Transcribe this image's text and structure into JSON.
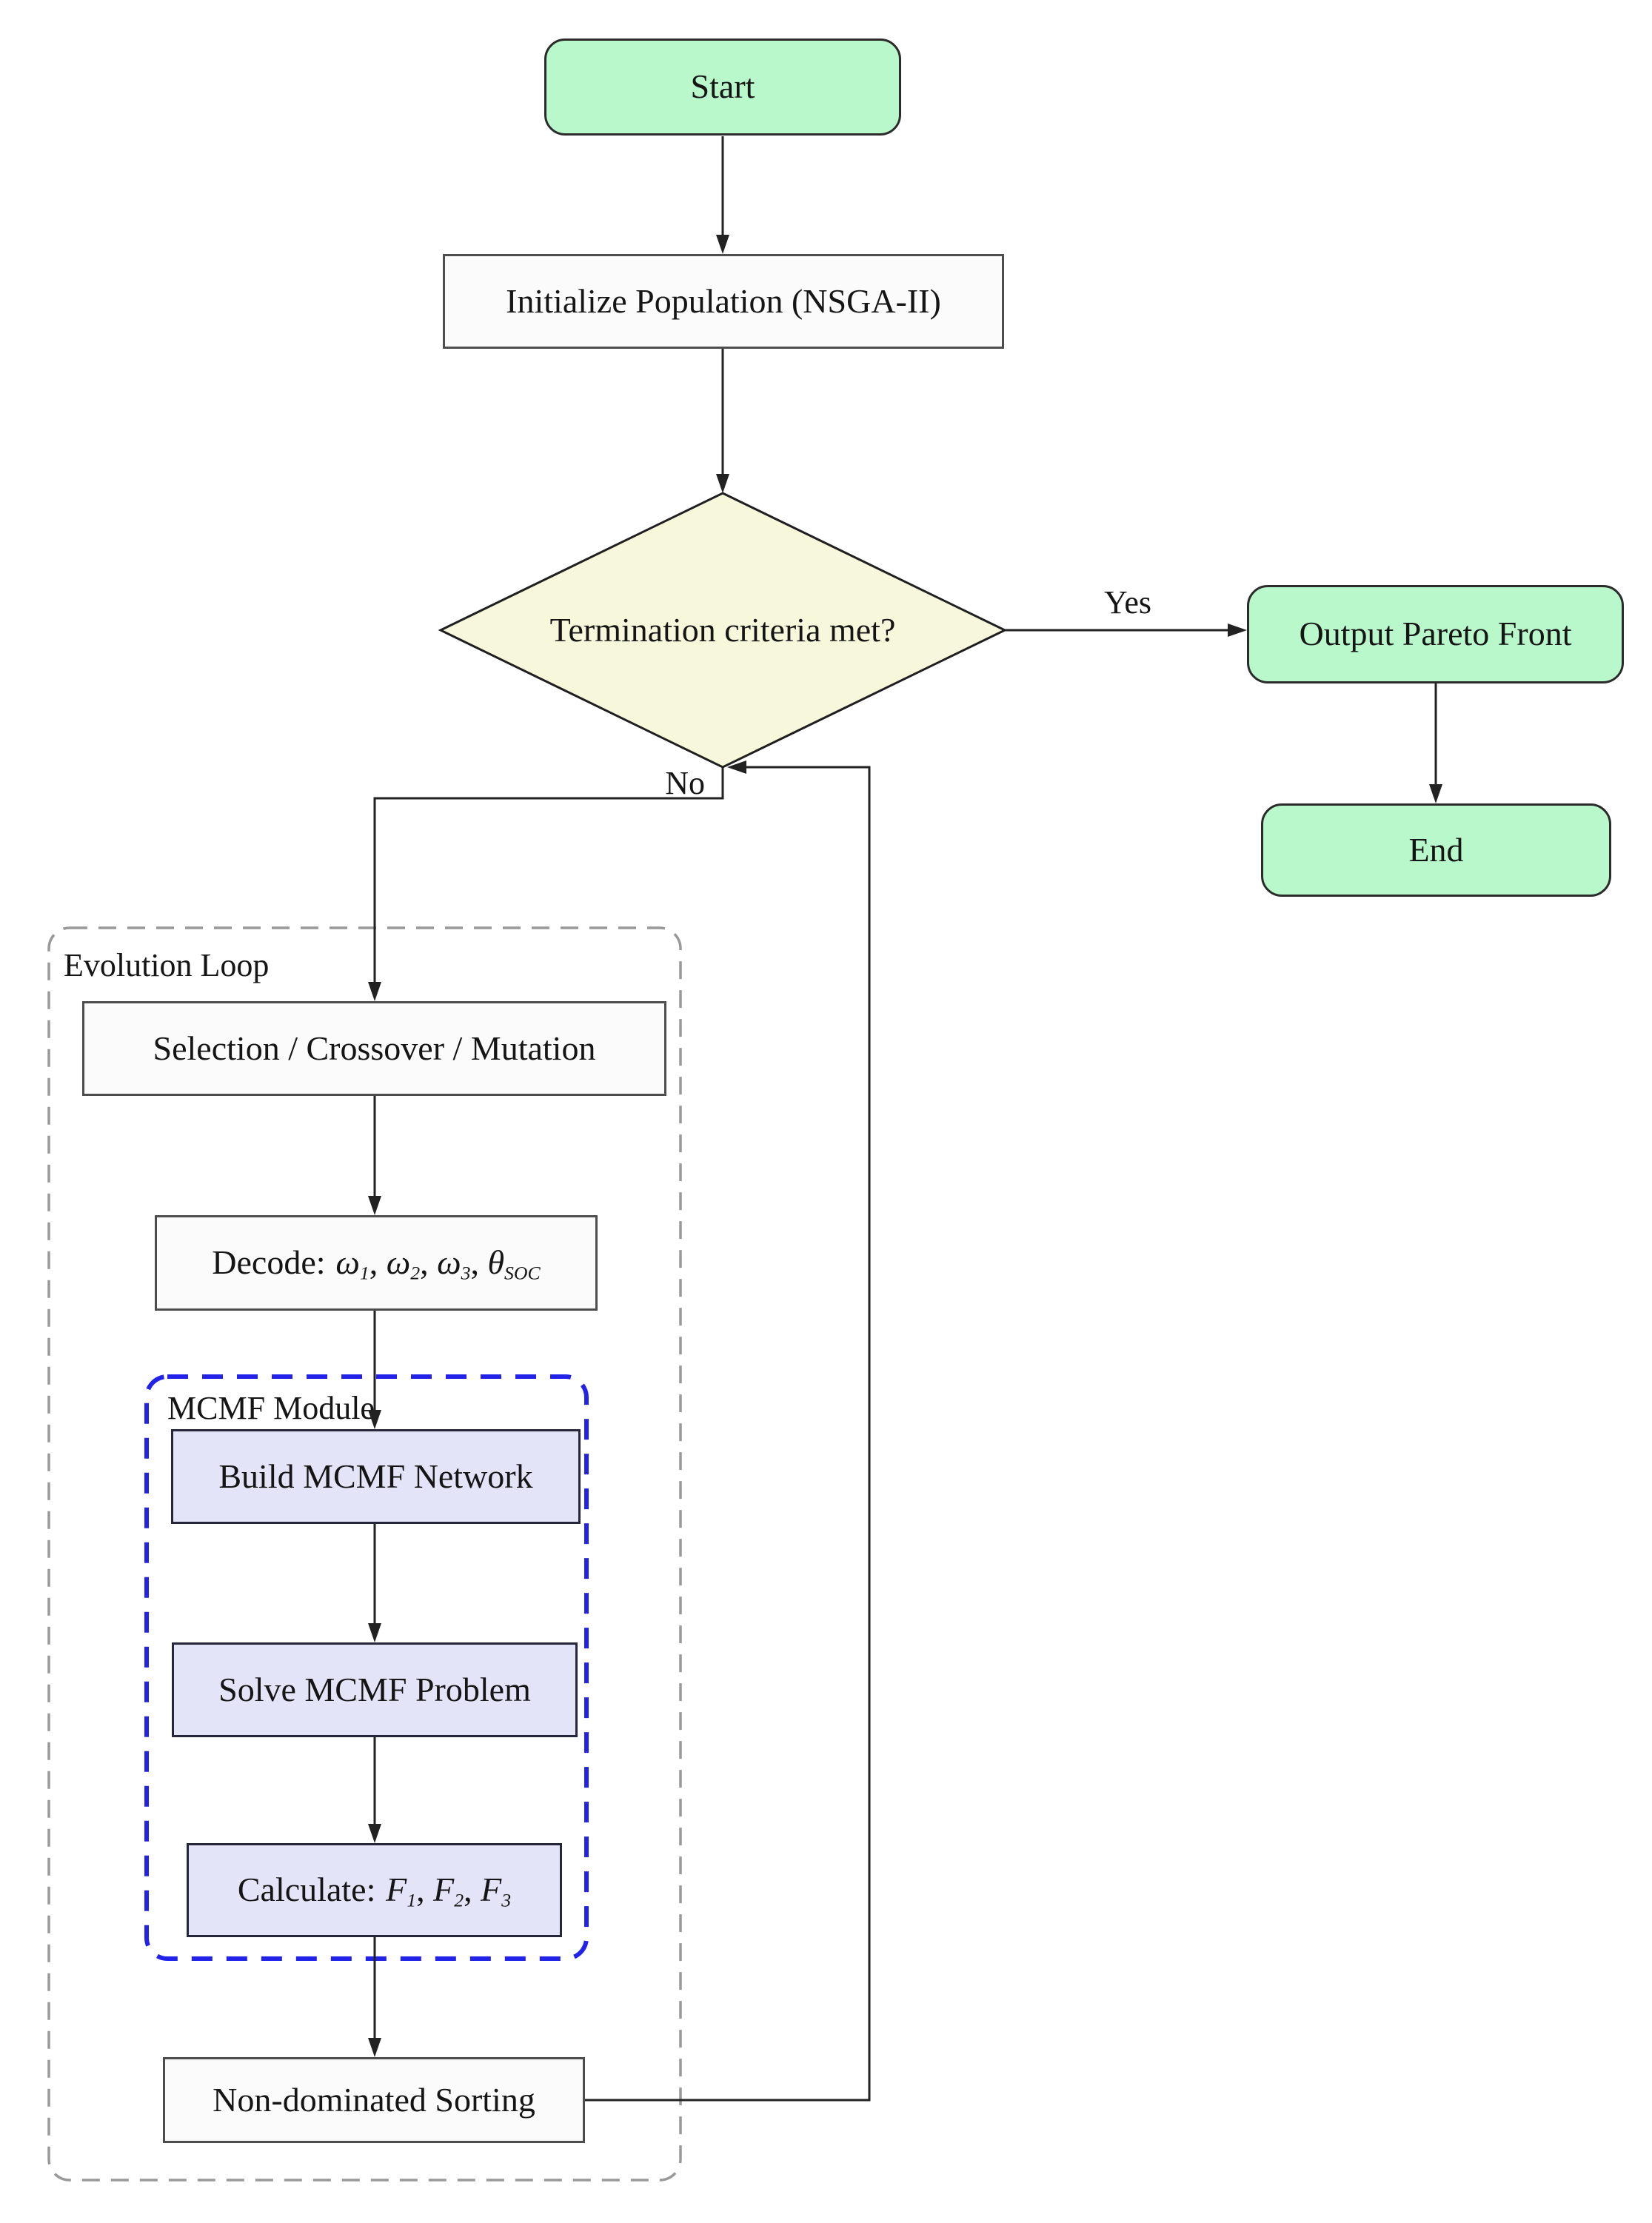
{
  "diagram": {
    "nodes": {
      "start": {
        "label": "Start"
      },
      "initialize": {
        "label": "Initialize Population (NSGA-II)"
      },
      "decision": {
        "label": "Termination criteria met?"
      },
      "output_pareto": {
        "label": "Output Pareto Front"
      },
      "end": {
        "label": "End"
      },
      "selection": {
        "label": "Selection / Crossover / Mutation"
      },
      "decode": {
        "prefix": "Decode:",
        "terms": [
          {
            "base": "ω",
            "sub": "1",
            "sep": ", "
          },
          {
            "base": "ω",
            "sub": "2",
            "sep": ", "
          },
          {
            "base": "ω",
            "sub": "3",
            "sep": ", "
          },
          {
            "base": "θ",
            "sub": "SOC",
            "sep": ""
          }
        ]
      },
      "build_network": {
        "label": "Build MCMF Network"
      },
      "solve_problem": {
        "label": "Solve MCMF Problem"
      },
      "calculate": {
        "prefix": "Calculate:",
        "terms": [
          {
            "base": "F",
            "sub": "1",
            "sep": ", "
          },
          {
            "base": "F",
            "sub": "2",
            "sep": ", "
          },
          {
            "base": "F",
            "sub": "3",
            "sep": ""
          }
        ]
      },
      "nondominated": {
        "label": "Non-dominated Sorting"
      }
    },
    "containers": {
      "evolution_loop": {
        "label": "Evolution Loop"
      },
      "mcmf_module": {
        "label": "MCMF Module"
      }
    },
    "edge_labels": {
      "yes": "Yes",
      "no": "No"
    },
    "colors": {
      "line": "#222222",
      "terminal_fill": "#B9F8CB",
      "terminal_border": "#2B2B2B",
      "decision_fill": "#F7F7DC",
      "decision_border": "#1F1F1F",
      "module_fill": "#E4E4F8",
      "module_border": "#26263A",
      "process_fill": "#FBFBFB",
      "process_border": "#4D4D4D",
      "evolution_dash": "#999999",
      "mcmf_dash": "#2222E8"
    }
  }
}
